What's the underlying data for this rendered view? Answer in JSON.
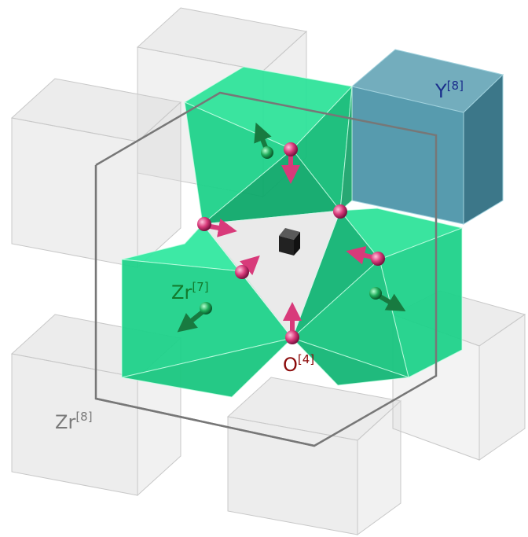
{
  "labels": {
    "y8": {
      "base": "Y",
      "sup": "[8]"
    },
    "zr7": {
      "base": "Zr",
      "sup": "[7]"
    },
    "o4": {
      "base": "O",
      "sup": "[4]"
    },
    "zr8": {
      "base": "Zr",
      "sup": "[8]"
    }
  },
  "colors": {
    "green": "#1fd28a",
    "green_dark": "#10b06c",
    "grey_cube": "#d9d9d9",
    "blue_cube": "#3a8aa0",
    "atom_pink": "#d83a7a",
    "atom_green": "#1fae5c",
    "label_blue": "#1b2e8c",
    "label_green": "#127a2c",
    "label_red": "#8b0a0a",
    "label_grey": "#7a7a7a",
    "frame": "#777777"
  }
}
